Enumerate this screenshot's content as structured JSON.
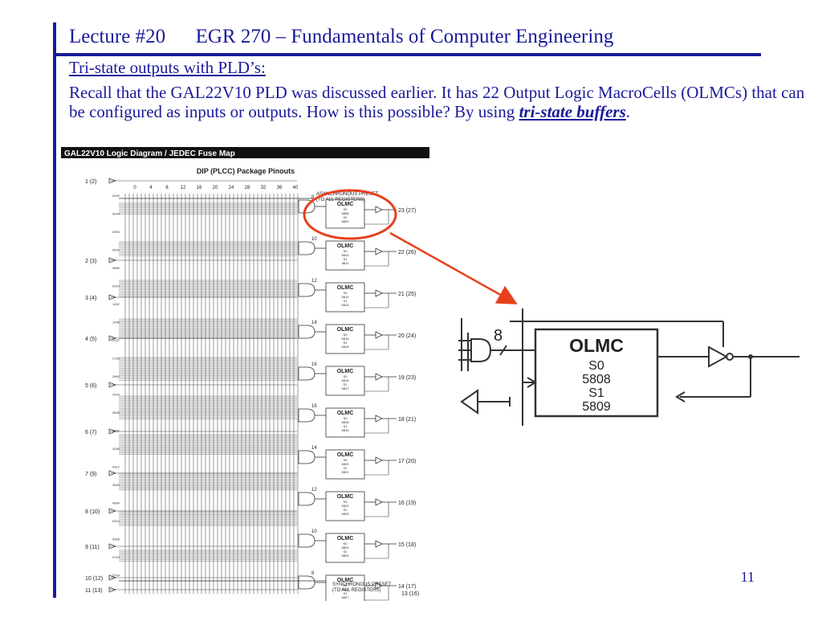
{
  "header": {
    "title": "Lecture #20      EGR 270 – Fundamentals of Computer Engineering"
  },
  "slide": {
    "subtitle": "Tri-state outputs with PLD’s:",
    "body_part1": "Recall that the GAL22V10 PLD was discussed earlier.  It has 22 Output Logic MacroCells (OLMCs) that can be configured as inputs or outputs.  How is this possible?  By using ",
    "body_emph": "tri-state buffers",
    "body_end": ".",
    "page_number": "11"
  },
  "figure": {
    "banner": "GAL22V10 Logic Diagram / JEDEC Fuse Map",
    "caption": "DIP (PLCC) Package Pinouts",
    "column_labels": [
      "0",
      "4",
      "8",
      "12",
      "16",
      "20",
      "24",
      "28",
      "32",
      "36",
      "40"
    ],
    "async_preset": [
      "ASYNCHRONOUS PRESET",
      "(TO ALL REGISTERS)"
    ],
    "sync_preset": [
      "SYNCHRONOUS PRESET",
      "(TO ALL REGISTERS)"
    ],
    "input_pins": [
      "1 (2)",
      "2 (3)",
      "3 (4)",
      "4 (5)",
      "5 (6)",
      "6 (7)",
      "7 (9)",
      "8 (10)",
      "9 (11)",
      "10 (12)",
      "11 (13)"
    ],
    "fuse_addresses": [
      "0000",
      "0044",
      "0396",
      "0440",
      "0880",
      "0924",
      "1452",
      "1496",
      "2112",
      "2156",
      "2860",
      "2904",
      "3608",
      "3652",
      "4268",
      "4312",
      "4840",
      "4884",
      "5324",
      "5368",
      "5720",
      "5764"
    ],
    "olmcs": [
      {
        "terms": "8",
        "label": "OLMC",
        "s0": "S0",
        "f0": "5808",
        "s1": "S1",
        "f1": "5809",
        "pin": "23 (27)"
      },
      {
        "terms": "10",
        "label": "OLMC",
        "s0": "S0",
        "f0": "5810",
        "s1": "S1",
        "f1": "5811",
        "pin": "22 (26)"
      },
      {
        "terms": "12",
        "label": "OLMC",
        "s0": "S0",
        "f0": "5812",
        "s1": "S1",
        "f1": "5813",
        "pin": "21 (25)"
      },
      {
        "terms": "14",
        "label": "OLMC",
        "s0": "S0",
        "f0": "5814",
        "s1": "S1",
        "f1": "5815",
        "pin": "20 (24)"
      },
      {
        "terms": "16",
        "label": "OLMC",
        "s0": "S0",
        "f0": "5816",
        "s1": "S1",
        "f1": "5817",
        "pin": "19 (23)"
      },
      {
        "terms": "16",
        "label": "OLMC",
        "s0": "S0",
        "f0": "5818",
        "s1": "S1",
        "f1": "5819",
        "pin": "18 (21)"
      },
      {
        "terms": "14",
        "label": "OLMC",
        "s0": "S0",
        "f0": "5820",
        "s1": "S1",
        "f1": "5821",
        "pin": "17 (20)"
      },
      {
        "terms": "12",
        "label": "OLMC",
        "s0": "S0",
        "f0": "5822",
        "s1": "S1",
        "f1": "5823",
        "pin": "16 (19)"
      },
      {
        "terms": "10",
        "label": "OLMC",
        "s0": "S0",
        "f0": "5824",
        "s1": "S1",
        "f1": "5825",
        "pin": "15 (18)"
      },
      {
        "terms": "8",
        "label": "OLMC",
        "s0": "S0",
        "f0": "5826",
        "s1": "S1",
        "f1": "5827",
        "pin": "14 (17)"
      }
    ],
    "last_pin": "13 (16)"
  },
  "zoom": {
    "terms": "8",
    "label": "OLMC",
    "s0": "S0",
    "f0": "5808",
    "s1": "S1",
    "f1": "5809"
  },
  "colors": {
    "text": "#1a1a9a",
    "highlight": "#e8401c",
    "diagram": "#333333"
  }
}
